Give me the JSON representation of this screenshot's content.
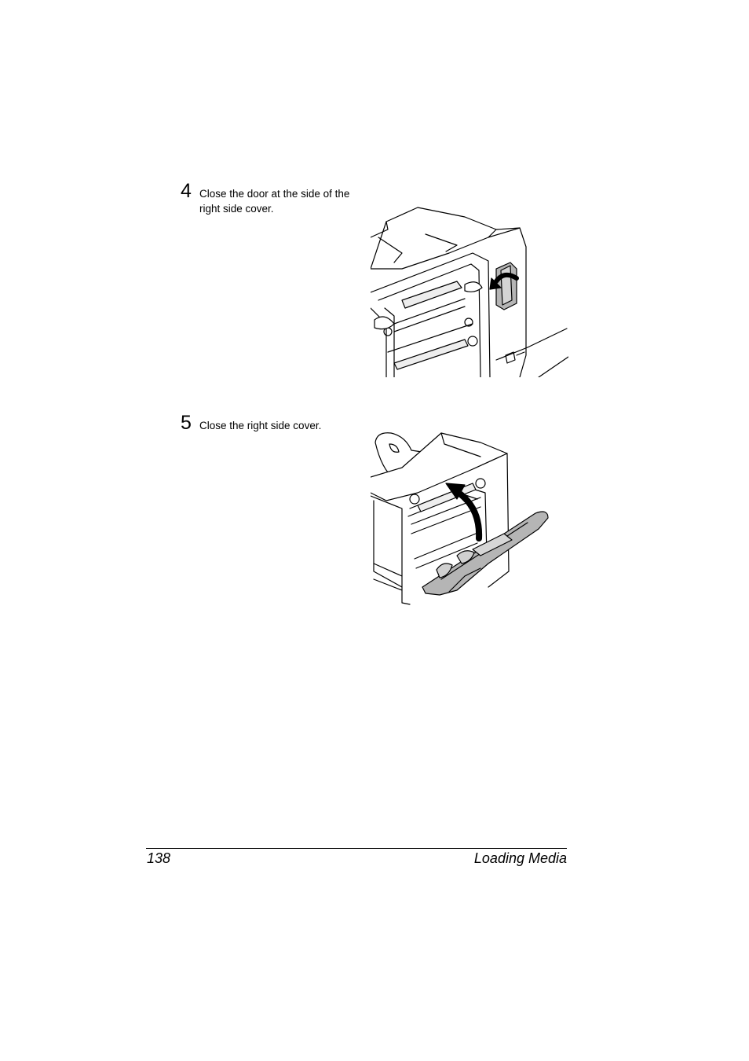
{
  "steps": [
    {
      "number": "4",
      "text": "Close the door at the side of the right side cover."
    },
    {
      "number": "5",
      "text": "Close the right side cover."
    }
  ],
  "figures": [
    {
      "icon": "printer-side-door-illustration"
    },
    {
      "icon": "printer-right-cover-illustration"
    }
  ],
  "footer": {
    "page_number": "138",
    "section_title": "Loading Media"
  }
}
